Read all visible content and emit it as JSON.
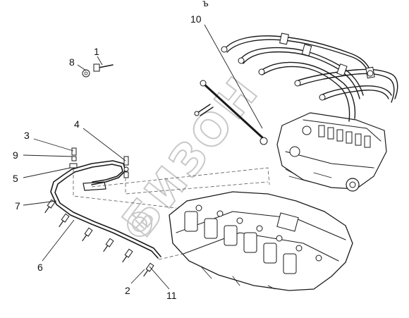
{
  "diagram": {
    "watermark": "БИЗОН",
    "callouts": [
      "10",
      "1",
      "8",
      "4",
      "3",
      "9",
      "5",
      "7",
      "6",
      "2",
      "11"
    ],
    "stray_mark": "ъ"
  }
}
